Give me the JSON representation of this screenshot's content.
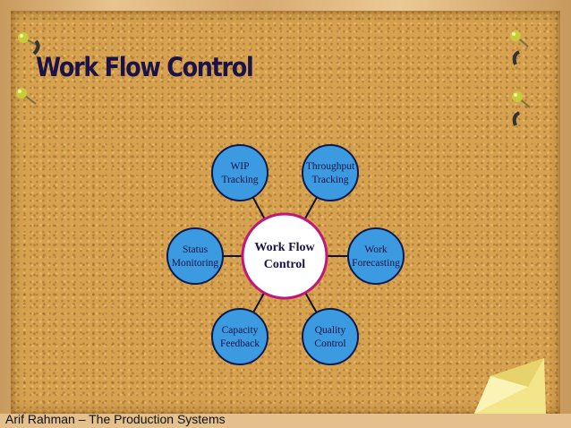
{
  "slide": {
    "title": "Work Flow Control",
    "footer": "Arif Rahman – The Production Systems"
  },
  "diagram": {
    "center": {
      "line1": "Work Flow",
      "line2": "Control"
    },
    "nodes": [
      {
        "line1": "WIP",
        "line2": "Tracking"
      },
      {
        "line1": "Throughput",
        "line2": "Tracking"
      },
      {
        "line1": "Work",
        "line2": "Forecasting"
      },
      {
        "line1": "Quality",
        "line2": "Control"
      },
      {
        "line1": "Capacity",
        "line2": "Feedback"
      },
      {
        "line1": "Status",
        "line2": "Monitoring"
      }
    ],
    "colors": {
      "node_fill": "#3b9ae0",
      "node_stroke": "#0d1a4d",
      "center_fill": "#ffffff",
      "center_stroke": "#c0187a"
    }
  }
}
